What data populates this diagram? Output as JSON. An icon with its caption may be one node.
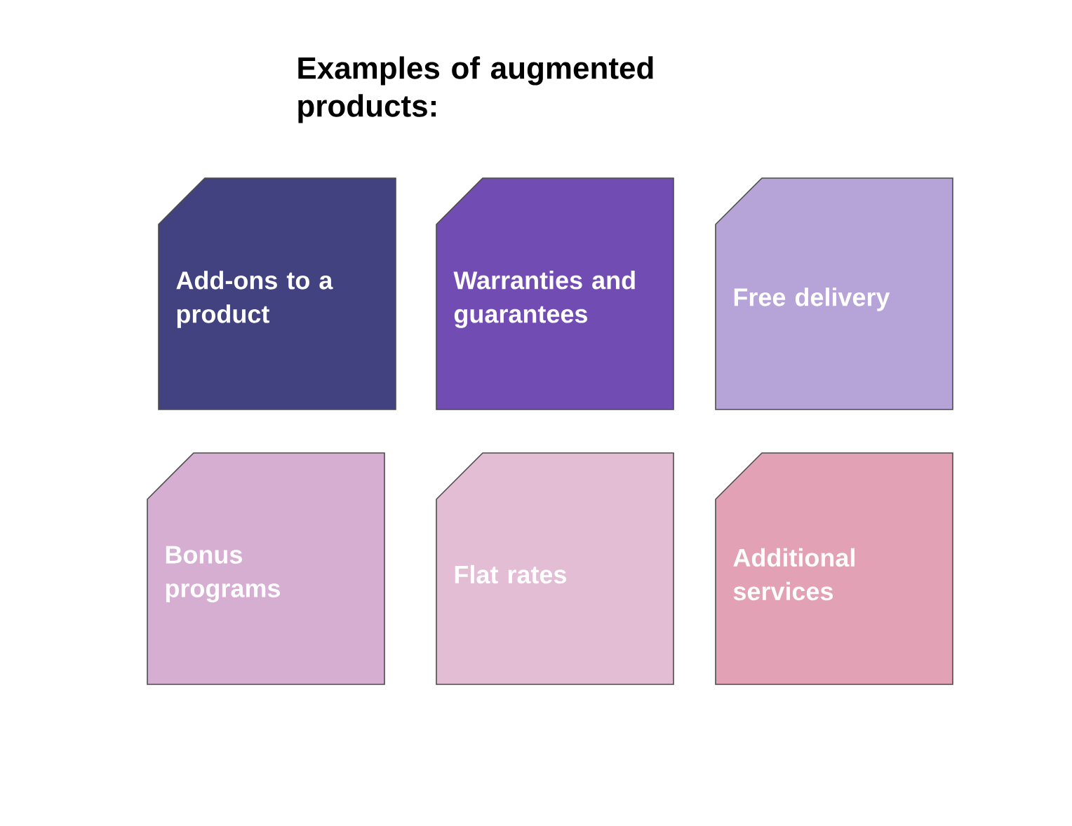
{
  "diagram": {
    "title": "Examples of augmented products:",
    "nodes": [
      {
        "text": [
          "Add-ons to a product"
        ]
      },
      {
        "text": [
          "Warranties and guarantees"
        ]
      },
      {
        "text": [
          "Free delivery"
        ]
      },
      {
        "text": [
          "Bonus programs"
        ]
      },
      {
        "text": [
          "Flat rates"
        ]
      },
      {
        "text": [
          "Additional services"
        ]
      }
    ]
  }
}
